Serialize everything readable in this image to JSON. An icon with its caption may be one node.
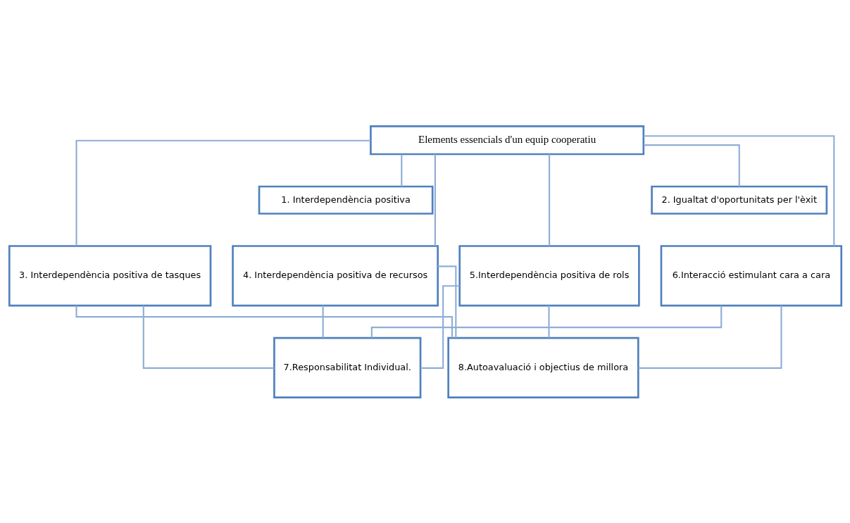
{
  "diagram": {
    "nodes": [
      {
        "text": [
          "Elements essencials d'un equip cooperatiu"
        ]
      },
      {
        "text": [
          "1. Interdependència positiva"
        ]
      },
      {
        "text": [
          "2. Igualtat d'oportunitats per l'èxit"
        ]
      },
      {
        "text": [
          "3. Interdependència positiva de tasques"
        ]
      },
      {
        "text": [
          "4. Interdependència positiva de recursos"
        ]
      },
      {
        "text": [
          "5.Interdependència positiva de rols"
        ]
      },
      {
        "text": [
          "6.Interacció estimulant cara a cara"
        ]
      },
      {
        "text": [
          "7.Responsabilitat Individual."
        ]
      },
      {
        "text": [
          "8.Autoavaluació i objectius de millora"
        ]
      }
    ],
    "edges": [
      {
        "from": 0,
        "to": 1,
        "arrow": "none"
      },
      {
        "from": 0,
        "to": 2,
        "arrow": "none"
      },
      {
        "from": 0,
        "to": 3,
        "arrow": "none"
      },
      {
        "from": 0,
        "to": 4,
        "arrow": "none"
      },
      {
        "from": 0,
        "to": 5,
        "arrow": "none"
      },
      {
        "from": 0,
        "to": 6,
        "arrow": "none"
      },
      {
        "from": 3,
        "to": 7,
        "arrow": "none"
      },
      {
        "from": 3,
        "to": 8,
        "arrow": "none"
      },
      {
        "from": 4,
        "to": 7,
        "arrow": "none"
      },
      {
        "from": 4,
        "to": 8,
        "arrow": "none"
      },
      {
        "from": 5,
        "to": 7,
        "arrow": "none"
      },
      {
        "from": 5,
        "to": 8,
        "arrow": "none"
      },
      {
        "from": 6,
        "to": 7,
        "arrow": "none"
      },
      {
        "from": 6,
        "to": 8,
        "arrow": "none"
      }
    ]
  }
}
